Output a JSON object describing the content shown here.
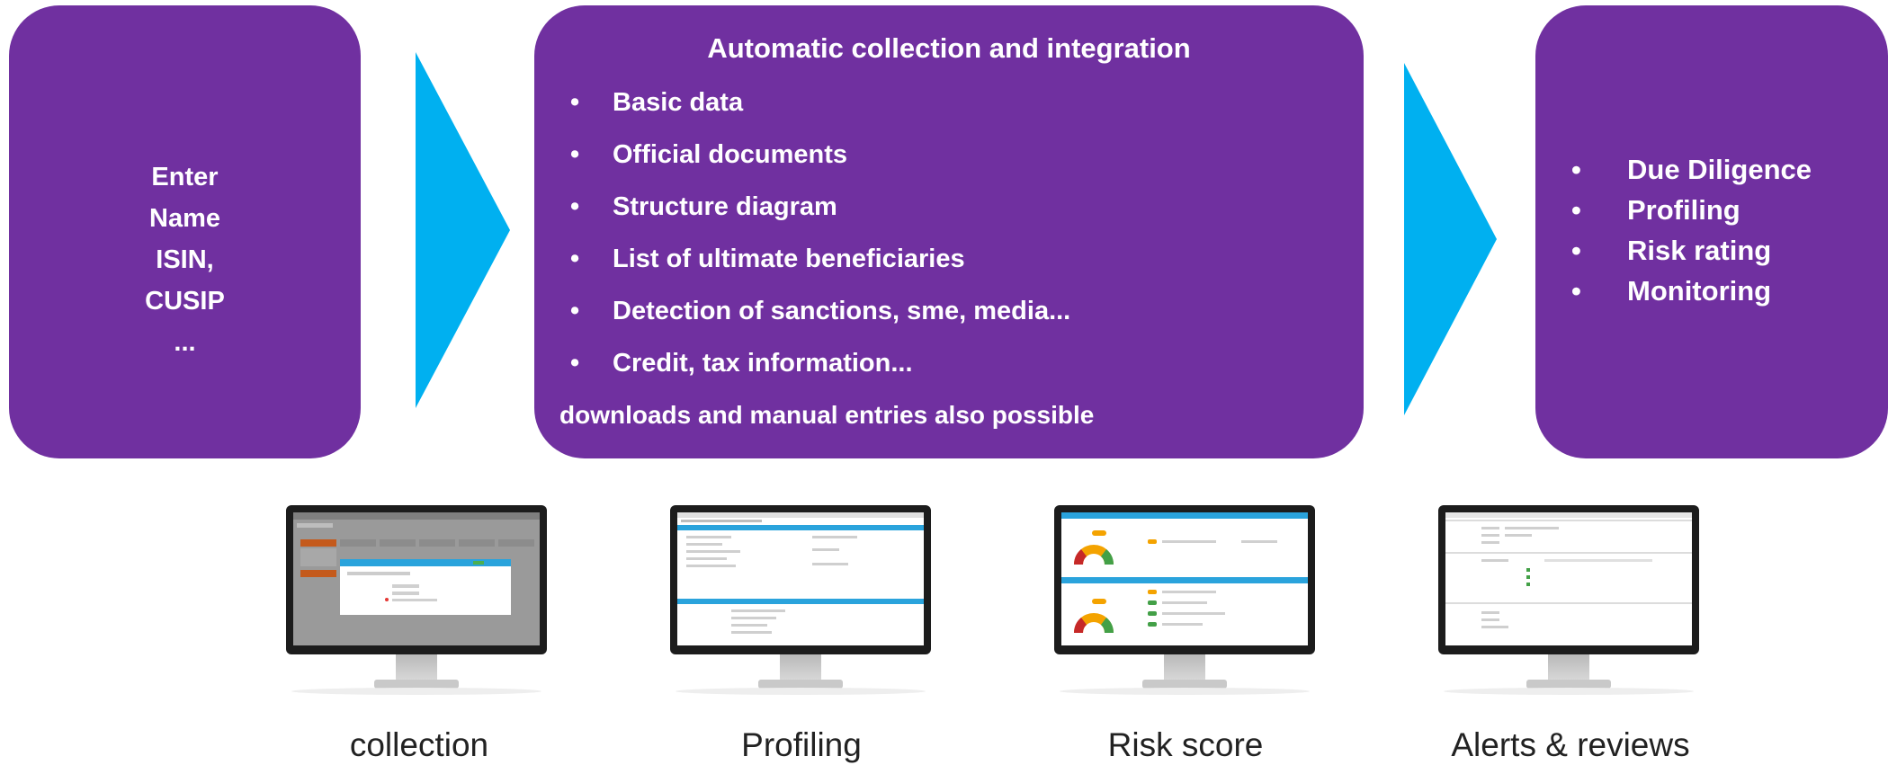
{
  "input_box": {
    "lines": [
      "Enter",
      "Name",
      "ISIN,",
      "CUSIP",
      "..."
    ]
  },
  "collect_box": {
    "title": "Automatic collection and integration",
    "items": [
      "Basic data",
      "Official documents",
      "Structure diagram",
      "List of ultimate beneficiaries",
      "Detection of sanctions, sme, media...",
      "Credit, tax information..."
    ],
    "footer": "downloads and manual entries also possible"
  },
  "output_box": {
    "items": [
      "Due Diligence",
      "Profiling",
      "Risk rating",
      "Monitoring"
    ]
  },
  "bullet_glyph": "•",
  "captions": [
    "collection",
    "Profiling",
    "Risk score",
    "Alerts & reviews"
  ],
  "colors": {
    "box": "#7030a0",
    "arrow": "#00b0f0",
    "text": "#ffffff"
  }
}
